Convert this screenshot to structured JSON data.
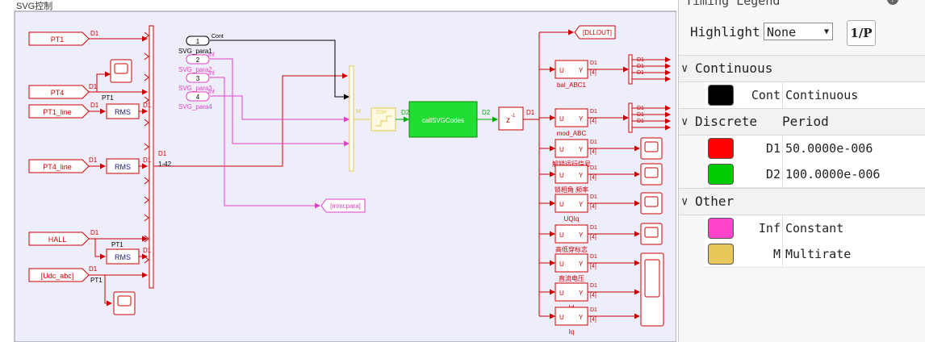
{
  "diagram": {
    "subsystem_label": "SVG控制",
    "bg": "#eeeefa",
    "colors": {
      "continuous": "#000000",
      "d1": "#cc0000",
      "d2": "#00b000",
      "inf": "#e040c8",
      "multirate": "#e0c850"
    },
    "goto_tags": {
      "pt1": "PT1",
      "pt4": "PT4",
      "pt1_line": "PT1_line",
      "pt4_line": "PT4_line",
      "hall": "HALL",
      "udc": "[Udc_abc]"
    },
    "from_tags": {
      "dllout": "[DLLOUT]",
      "mmcpara": "[mmcpara]"
    },
    "rms_label": "RMS",
    "scope_label": "%",
    "constants": [
      {
        "num": "1",
        "sig": "Cont",
        "name": "SVG_para1"
      },
      {
        "num": "2",
        "sig": "Inf",
        "name": "SVG_para2"
      },
      {
        "num": "3",
        "sig": "Inf",
        "name": "SVG_para3"
      },
      {
        "num": "4",
        "sig": "Inf",
        "name": "SVG_para4"
      }
    ],
    "zoh_label": "ZOH",
    "subsystem_block": "callSVGCodes",
    "unit_delay": "z",
    "unit_delay_exp": "-1",
    "uy": {
      "u": "U",
      "y": "Y",
      "width": "[4]"
    },
    "uy_names": [
      "bal_ABC1",
      "mod_ABC",
      "解锁运行信号",
      "锁相角 频率",
      "UQIq",
      "高低穿标志",
      "直流电压",
      "Id",
      "Iq"
    ],
    "line_labels": {
      "d1": "D1",
      "d2": "D2",
      "pt1": "PT1",
      "m": "M",
      "range": "1-42",
      "inf": "Inf",
      "cont": "Cont"
    }
  },
  "legend": {
    "title": "Timing Legend",
    "help": "?",
    "highlight_label": "Highlight",
    "highlight_value": "None",
    "period_button": "1/P",
    "sections": [
      {
        "name": "Continuous",
        "header": "",
        "rows": [
          {
            "abbr": "Cont",
            "desc": "Continuous",
            "color": "#000000"
          }
        ]
      },
      {
        "name": "Discrete",
        "header": "Period",
        "rows": [
          {
            "abbr": "D1",
            "desc": "50.0000e-006",
            "color": "#ff0000"
          },
          {
            "abbr": "D2",
            "desc": "100.0000e-006",
            "color": "#00cc00"
          }
        ]
      },
      {
        "name": "Other",
        "header": "",
        "rows": [
          {
            "abbr": "Inf",
            "desc": "Constant",
            "color": "#ff44cc"
          },
          {
            "abbr": "M",
            "desc": "Multirate",
            "color": "#e8c85a"
          }
        ]
      }
    ]
  }
}
